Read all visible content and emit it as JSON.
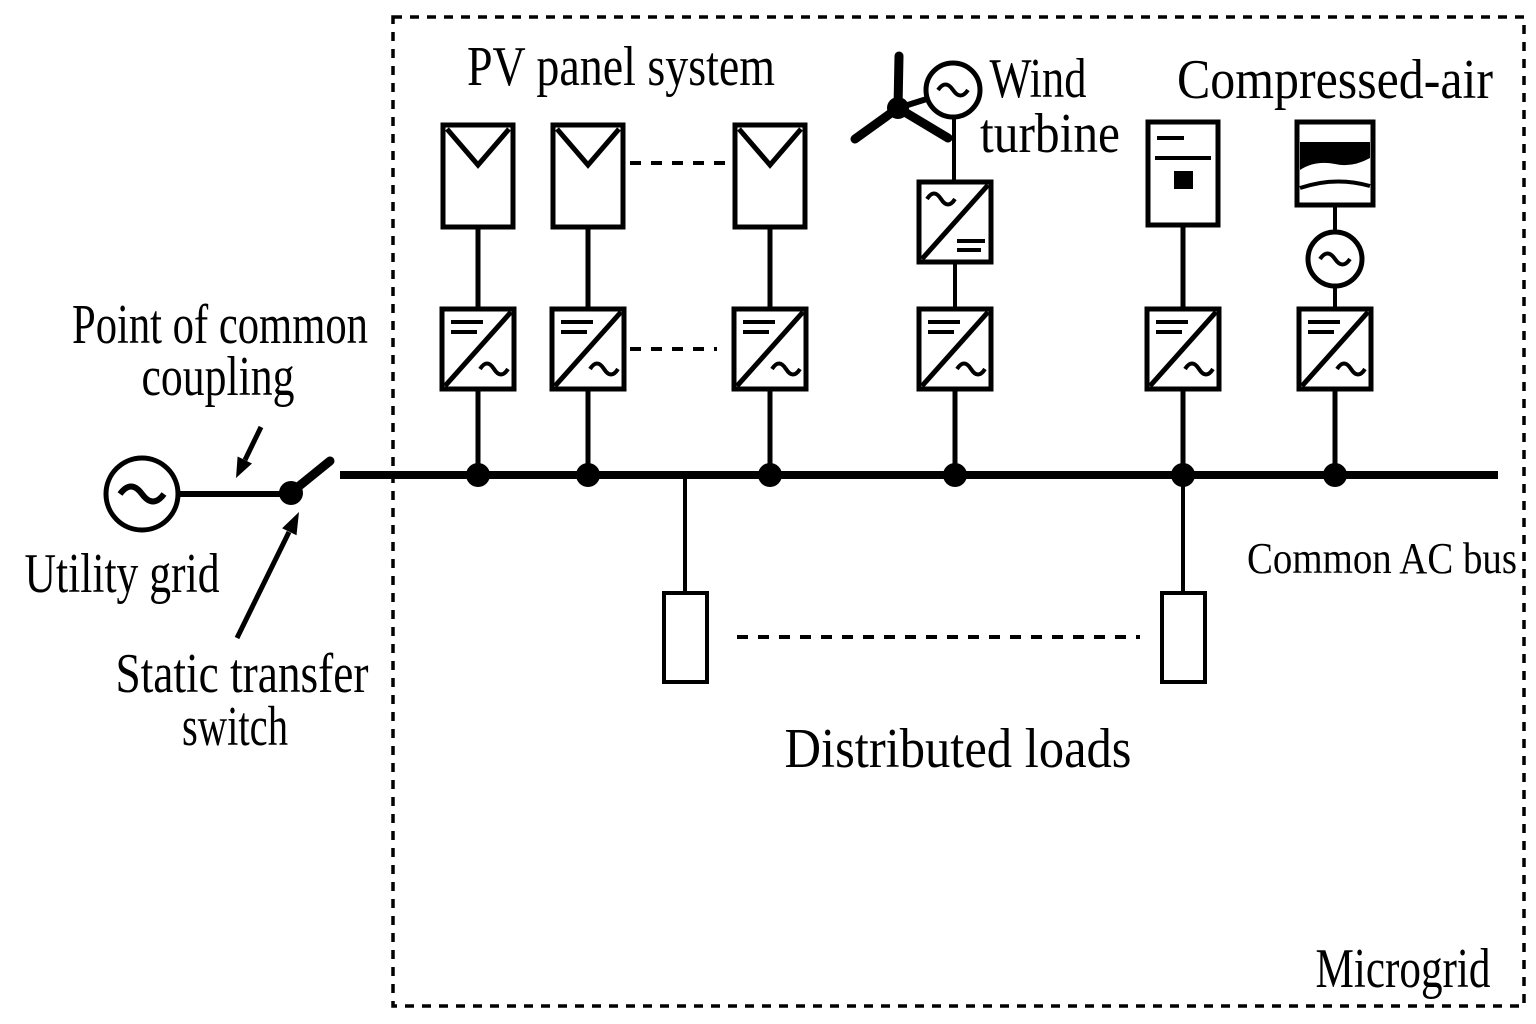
{
  "colors": {
    "ink": "#000000",
    "background": "#ffffff"
  },
  "boundary": {
    "label": "Microgrid"
  },
  "bus": {
    "label": "Common AC bus",
    "junction_count": 6
  },
  "external": {
    "utility": {
      "label": "Utility grid"
    },
    "pcc": {
      "line1": "Point of common",
      "line2": "coupling"
    },
    "sts": {
      "line1": "Static transfer",
      "line2": "switch"
    }
  },
  "pv": {
    "title": "PV panel system",
    "panels_drawn": 3,
    "inverters_drawn": 3
  },
  "wind": {
    "line1": "Wind",
    "line2": "turbine"
  },
  "storage": {
    "title": "Compressed-air",
    "battery_branch": "battery with DC/AC inverter",
    "air_branch": "tank with AC machine and DC/AC inverter"
  },
  "loads": {
    "label": "Distributed loads",
    "loads_drawn": 2
  },
  "icons": {
    "ac-source-icon": "circle with tilde",
    "inverter-dc-ac-icon": "square, diagonal, DC bars top-left, tilde bottom-right",
    "converter-ac-dc-icon": "square, diagonal, tilde top-left, DC bars bottom-right",
    "pv-panel-icon": "tall rectangle with chevron",
    "wind-rotor-icon": "three-blade rotor with hub",
    "battery-icon": "rectangle with two bars and filled square",
    "tank-icon": "rectangle with filled wavy band",
    "load-icon": "narrow open rectangle",
    "junction-dot-icon": "filled bus connection dot",
    "switch-icon": "pivot dot with angled blade",
    "arrow-icon": "pointer line with solid triangular head"
  }
}
